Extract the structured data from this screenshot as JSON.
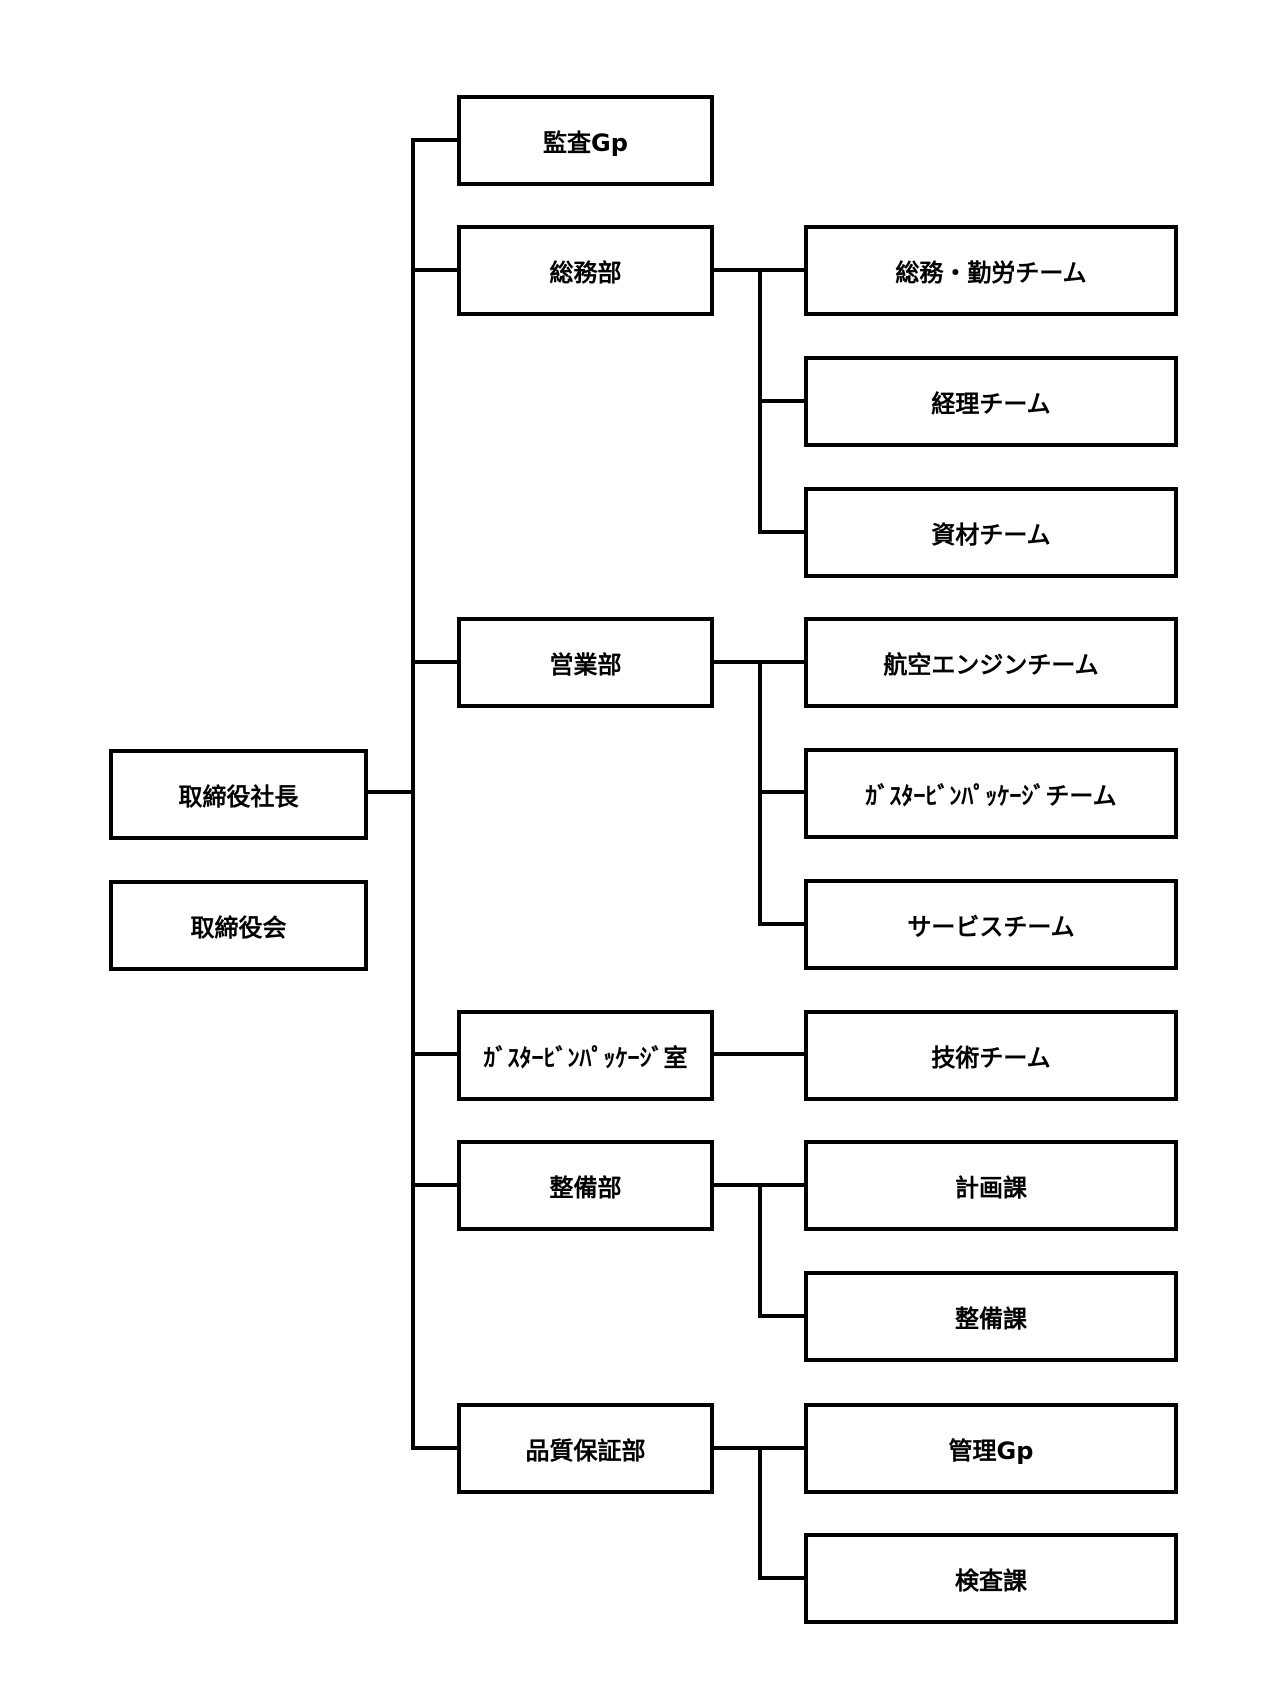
{
  "org_chart": {
    "president": "取締役社長",
    "board": "取締役会",
    "departments": [
      {
        "name": "監査Gp",
        "teams": []
      },
      {
        "name": "総務部",
        "teams": [
          "総務・勤労チーム",
          "経理チーム",
          "資材チーム"
        ]
      },
      {
        "name": "営業部",
        "teams": [
          "航空エンジンチーム",
          "ｶﾞｽﾀｰﾋﾞﾝﾊﾟｯｹｰｼﾞチーム",
          "サービスチーム"
        ]
      },
      {
        "name": "ｶﾞｽﾀｰﾋﾞﾝﾊﾟｯｹｰｼﾞ室",
        "teams": [
          "技術チーム"
        ]
      },
      {
        "name": "整備部",
        "teams": [
          "計画課",
          "整備課"
        ]
      },
      {
        "name": "品質保証部",
        "teams": [
          "管理Gp",
          "検査課"
        ]
      }
    ]
  }
}
